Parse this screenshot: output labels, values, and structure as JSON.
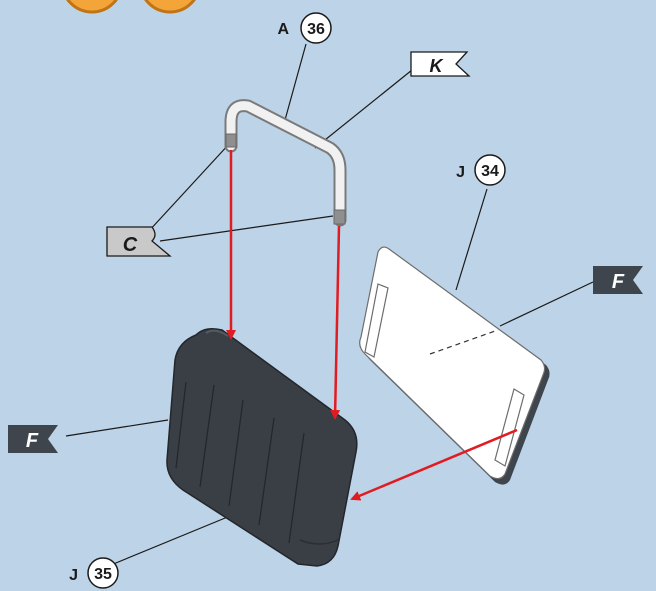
{
  "colors": {
    "background": "#bdd3e7",
    "arrow": "#e11b22",
    "cushion": "#3a3e45",
    "badge": "#f4a53a",
    "flag_light": "#c9c9c9",
    "flag_dark": "#3f454d"
  },
  "parts": {
    "p36": {
      "letter": "A",
      "number": "36"
    },
    "p34": {
      "letter": "J",
      "number": "34"
    },
    "p35": {
      "letter": "J",
      "number": "35"
    }
  },
  "flags": {
    "k": "K",
    "c": "C",
    "f_right": "F",
    "f_left": "F"
  }
}
